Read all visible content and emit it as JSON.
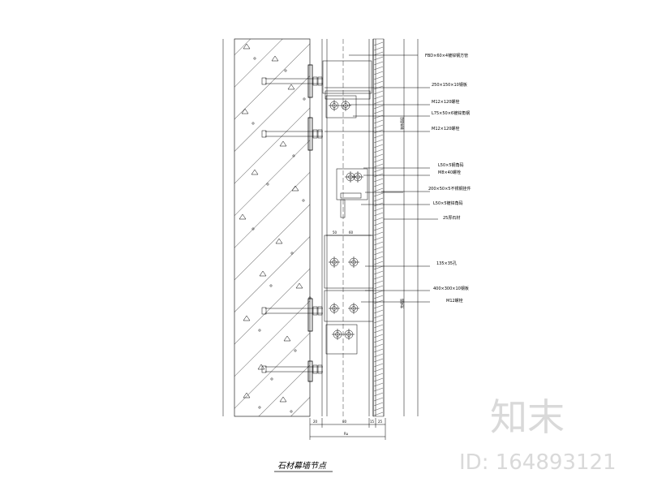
{
  "drawing": {
    "title": "石材幕墙节点"
  },
  "annotations": [
    "FBD×60×4镀锌钢方管",
    "250×150×10钢板",
    "M12×120螺栓",
    "L75×50×6镀锌角钢",
    "M12×120螺栓",
    "L50×5钢角码",
    "M8×40螺栓",
    "200×50×5不锈钢挂件",
    "L50×5镀锌角码",
    "25厚石材",
    "135×35孔",
    "400×300×10钢板",
    "M12螺栓"
  ],
  "dimensions": {
    "bottom": [
      "20",
      "80",
      "15",
      "25"
    ],
    "total": "Ru",
    "top_inner": [
      "50",
      "60"
    ],
    "side": [
      "装饰面层",
      "完成面"
    ]
  },
  "watermark": {
    "brand": "知末",
    "id": "ID: 164893121"
  }
}
